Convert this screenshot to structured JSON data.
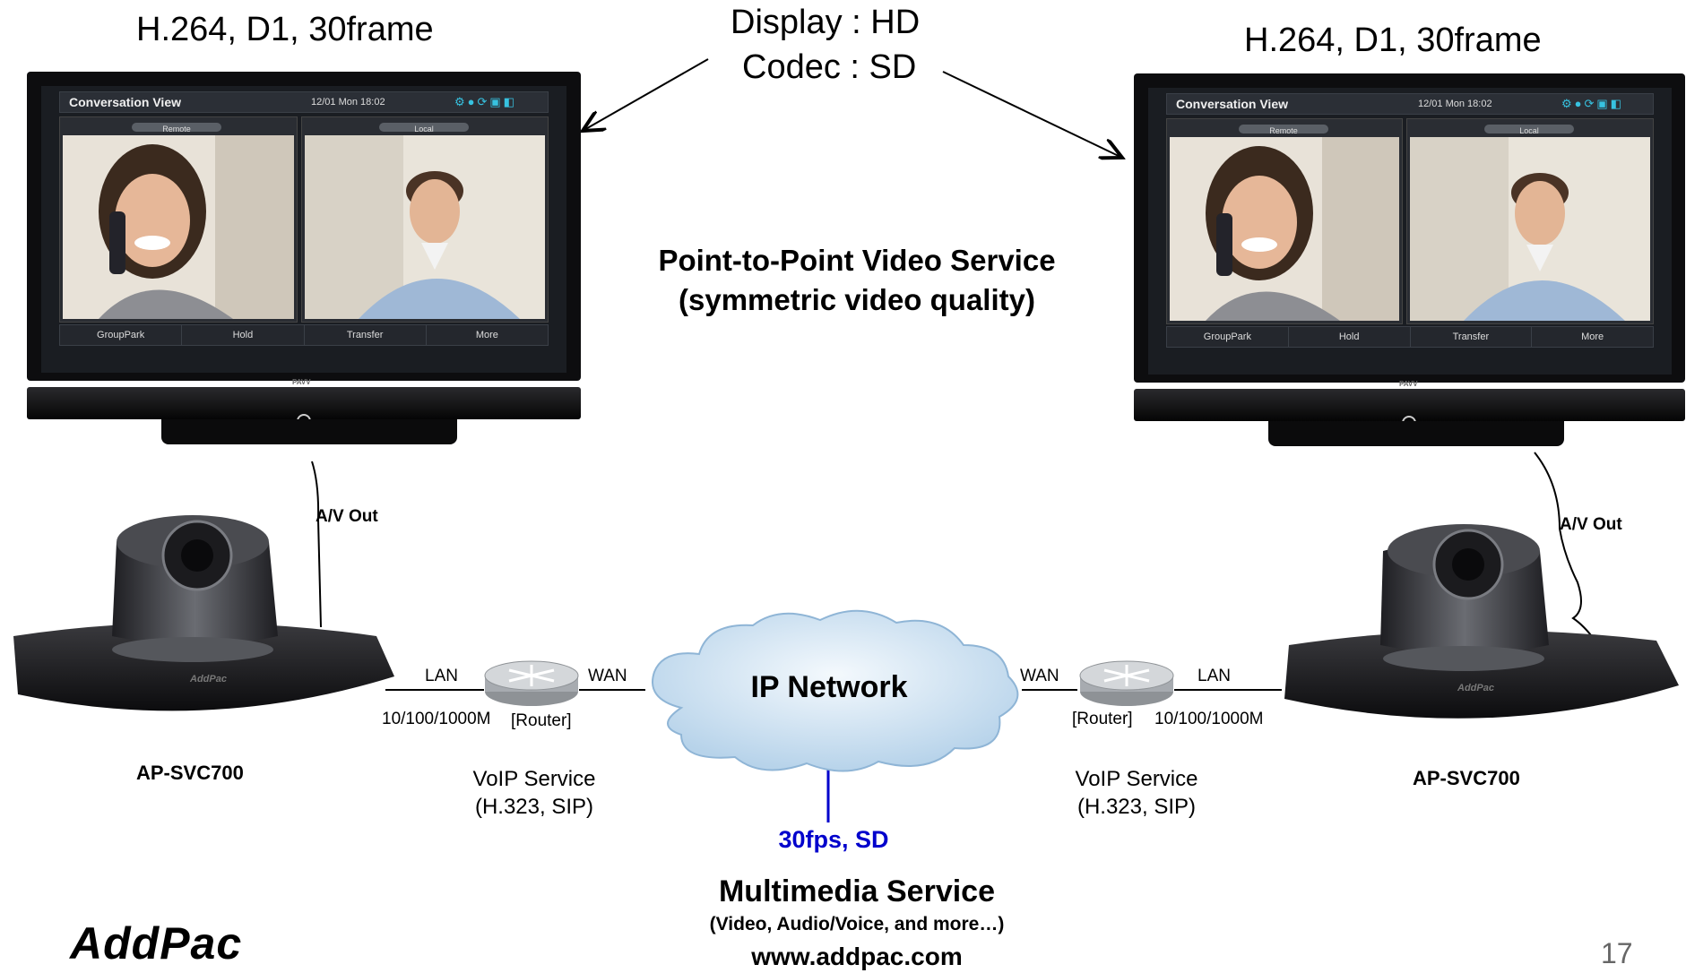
{
  "slide": {
    "left_spec": "H.264, D1, 30frame",
    "right_spec": "H.264, D1, 30frame",
    "display_line": "Display : HD",
    "codec_line": "Codec : SD",
    "service_title_line1": "Point-to-Point Video Service",
    "service_title_line2": "(symmetric video quality)",
    "page_number": "17",
    "logo_text": "AddPac"
  },
  "monitor": {
    "header_title": "Conversation View",
    "header_datetime": "12/01 Mon 18:02",
    "pane_remote": "Remote",
    "pane_local": "Local",
    "buttons": [
      "GroupPark",
      "Hold",
      "Transfer",
      "More"
    ],
    "stand_brand": "PAVV"
  },
  "left_side": {
    "av_out": "A/V Out",
    "device_name": "AP-SVC700",
    "device_brand": "AddPac",
    "lan_label": "LAN",
    "wan_label": "WAN",
    "speed_label": "10/100/1000M",
    "router_label": "[Router]",
    "voip_line1": "VoIP Service",
    "voip_line2": "(H.323, SIP)"
  },
  "right_side": {
    "av_out": "A/V Out",
    "device_name": "AP-SVC700",
    "device_brand": "AddPac",
    "lan_label": "LAN",
    "wan_label": "WAN",
    "speed_label": "10/100/1000M",
    "router_label": "[Router]",
    "voip_line1": "VoIP Service",
    "voip_line2": "(H.323, SIP)"
  },
  "network": {
    "cloud_label": "IP Network",
    "stream_label": "30fps, SD",
    "multimedia_title": "Multimedia Service",
    "multimedia_sub": "(Video, Audio/Voice, and more…)",
    "website": "www.addpac.com"
  },
  "colors": {
    "stream_blue": "#0000cc",
    "cloud_fill": "#cfe3f2",
    "monitor_body": "#111111",
    "screen_bg": "#1a1d22",
    "device_body": "#2a2a2e"
  }
}
